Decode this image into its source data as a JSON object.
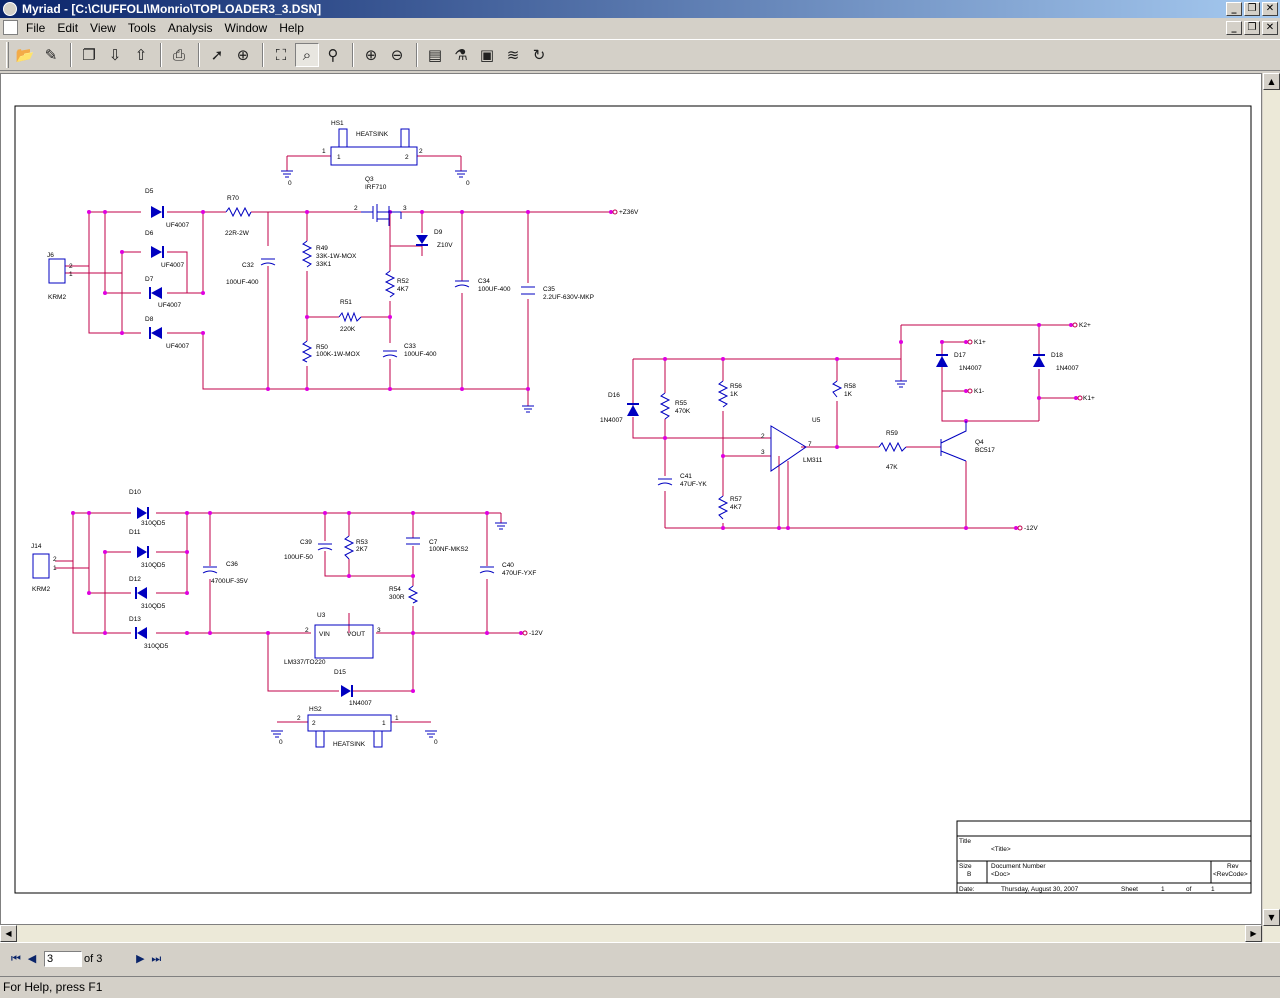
{
  "window": {
    "title": "Myriad - [C:\\CIUFFOLI\\Monrio\\TOPLOADER3_3.DSN]",
    "minimize": "_",
    "restore": "❐",
    "close": "✕"
  },
  "menu": [
    "File",
    "Edit",
    "View",
    "Tools",
    "Analysis",
    "Window",
    "Help"
  ],
  "toolbar": {
    "icons": [
      "open-icon",
      "edit-icon",
      "copy-icon",
      "down-arrow-icon",
      "up-arrow-icon",
      "print-icon",
      "pointer-icon",
      "add-part-icon",
      "zoom-fit-icon",
      "zoom-area-icon",
      "zoom-all-icon",
      "zoom-in-icon",
      "zoom-out-icon",
      "netlist-icon",
      "probe-icon",
      "network-icon",
      "layers-icon",
      "refresh-icon"
    ]
  },
  "nav": {
    "current_page": "3",
    "of_label": "of 3"
  },
  "status": "For Help, press F1",
  "schematic": {
    "labels": {
      "hs1": "HS1",
      "heatsink1": "HEATSINK",
      "hs1_p1": "1",
      "hs1_p2": "2",
      "hs1_l1": "1",
      "hs1_l2": "2",
      "gnd_0a": "0",
      "gnd_0b": "0",
      "q3": "Q3",
      "q3_part": "IRF710",
      "q3_p2": "2",
      "q3_p3": "3",
      "d5": "D5",
      "d5v": "UF4007",
      "d6": "D6",
      "d6v": "UF4007",
      "d7": "D7",
      "d7v": "UF4007",
      "d8": "D8",
      "d8v": "UF4007",
      "r70": "R70",
      "r70v": "22R-2W",
      "c32": "C32",
      "c32v": "100UF-400",
      "j6": "J6",
      "j6_2": "2",
      "j6_1": "1",
      "j6v": "KRM2",
      "r49": "R49",
      "r49v": "33K-1W-MOX",
      "r49v2": "33K1",
      "d9": "D9",
      "d9v": "Z10V",
      "r52": "R52",
      "r52v": "4K7",
      "r51": "R51",
      "r51v": "220K",
      "r50": "R50",
      "r50v": "100K-1W-MOX",
      "c33": "C33",
      "c33v": "100UF-400",
      "c34": "C34",
      "c34v": "100UF-400",
      "c35": "C35",
      "c35v": "2.2UF-630V-MKP",
      "z36v": "+Z36V",
      "k2": "K2+",
      "k1a": "K1+",
      "k1b": "K1-",
      "k1c": "K1+",
      "d17": "D17",
      "d17v": "1N4007",
      "d18": "D18",
      "d18v": "1N4007",
      "d16": "D16",
      "d16v": "1N4007",
      "r55": "R55",
      "r55v": "470K",
      "r56": "R56",
      "r56v": "1K",
      "r58": "R58",
      "r58v": "1K",
      "u5": "U5",
      "u5part": "LM311",
      "u5_2": "2",
      "u5_3": "3",
      "u5_7": "7",
      "r59": "R59",
      "r59v": "47K",
      "q4": "Q4",
      "q4v": "BC517",
      "c41": "C41",
      "c41v": "47UF-YK",
      "r57": "R57",
      "r57v": "4K7",
      "m12v_a": "-12V",
      "d10": "D10",
      "d10v": "310QD5",
      "d11": "D11",
      "d11v": "310QD5",
      "d12": "D12",
      "d12v": "310QD5",
      "d13": "D13",
      "d13v": "310QD5",
      "j14": "J14",
      "j14_2": "2",
      "j14_1": "1",
      "j14v": "KRM2",
      "c36": "C36",
      "c36v": "4700UF-35V",
      "c39": "C39",
      "c39v": "100UF-50",
      "r53": "R53",
      "r53v": "2K7",
      "c7": "C7",
      "c7v": "100NF-MKS2",
      "r54": "R54",
      "r54v": "300R",
      "c40": "C40",
      "c40v": "470UF-YXF",
      "u3": "U3",
      "u3vin": "VIN",
      "u3vout": "VOUT",
      "u3p2": "2",
      "u3p3": "3",
      "u3part": "LM337/TO220",
      "m12v_b": "-12V",
      "d15": "D15",
      "d15v": "1N4007",
      "hs2": "HS2",
      "heatsink2": "HEATSINK",
      "hs2_p2": "2",
      "hs2_p1": "1",
      "hs2_l2": "2",
      "hs2_l1": "1",
      "gnd_0c": "0",
      "gnd_0d": "0"
    },
    "titleblock": {
      "title_label": "Title",
      "title_value": "<Title>",
      "size_label": "Size",
      "size_value": "B",
      "docnum_label": "Document Number",
      "docnum_value": "<Doc>",
      "rev_label": "Rev",
      "rev_value": "<RevCode>",
      "date_label": "Date:",
      "date_value": "Thursday, August 30, 2007",
      "sheet_label": "Sheet",
      "sheet_value": "1",
      "of_label": "of",
      "of_value": "1"
    }
  }
}
